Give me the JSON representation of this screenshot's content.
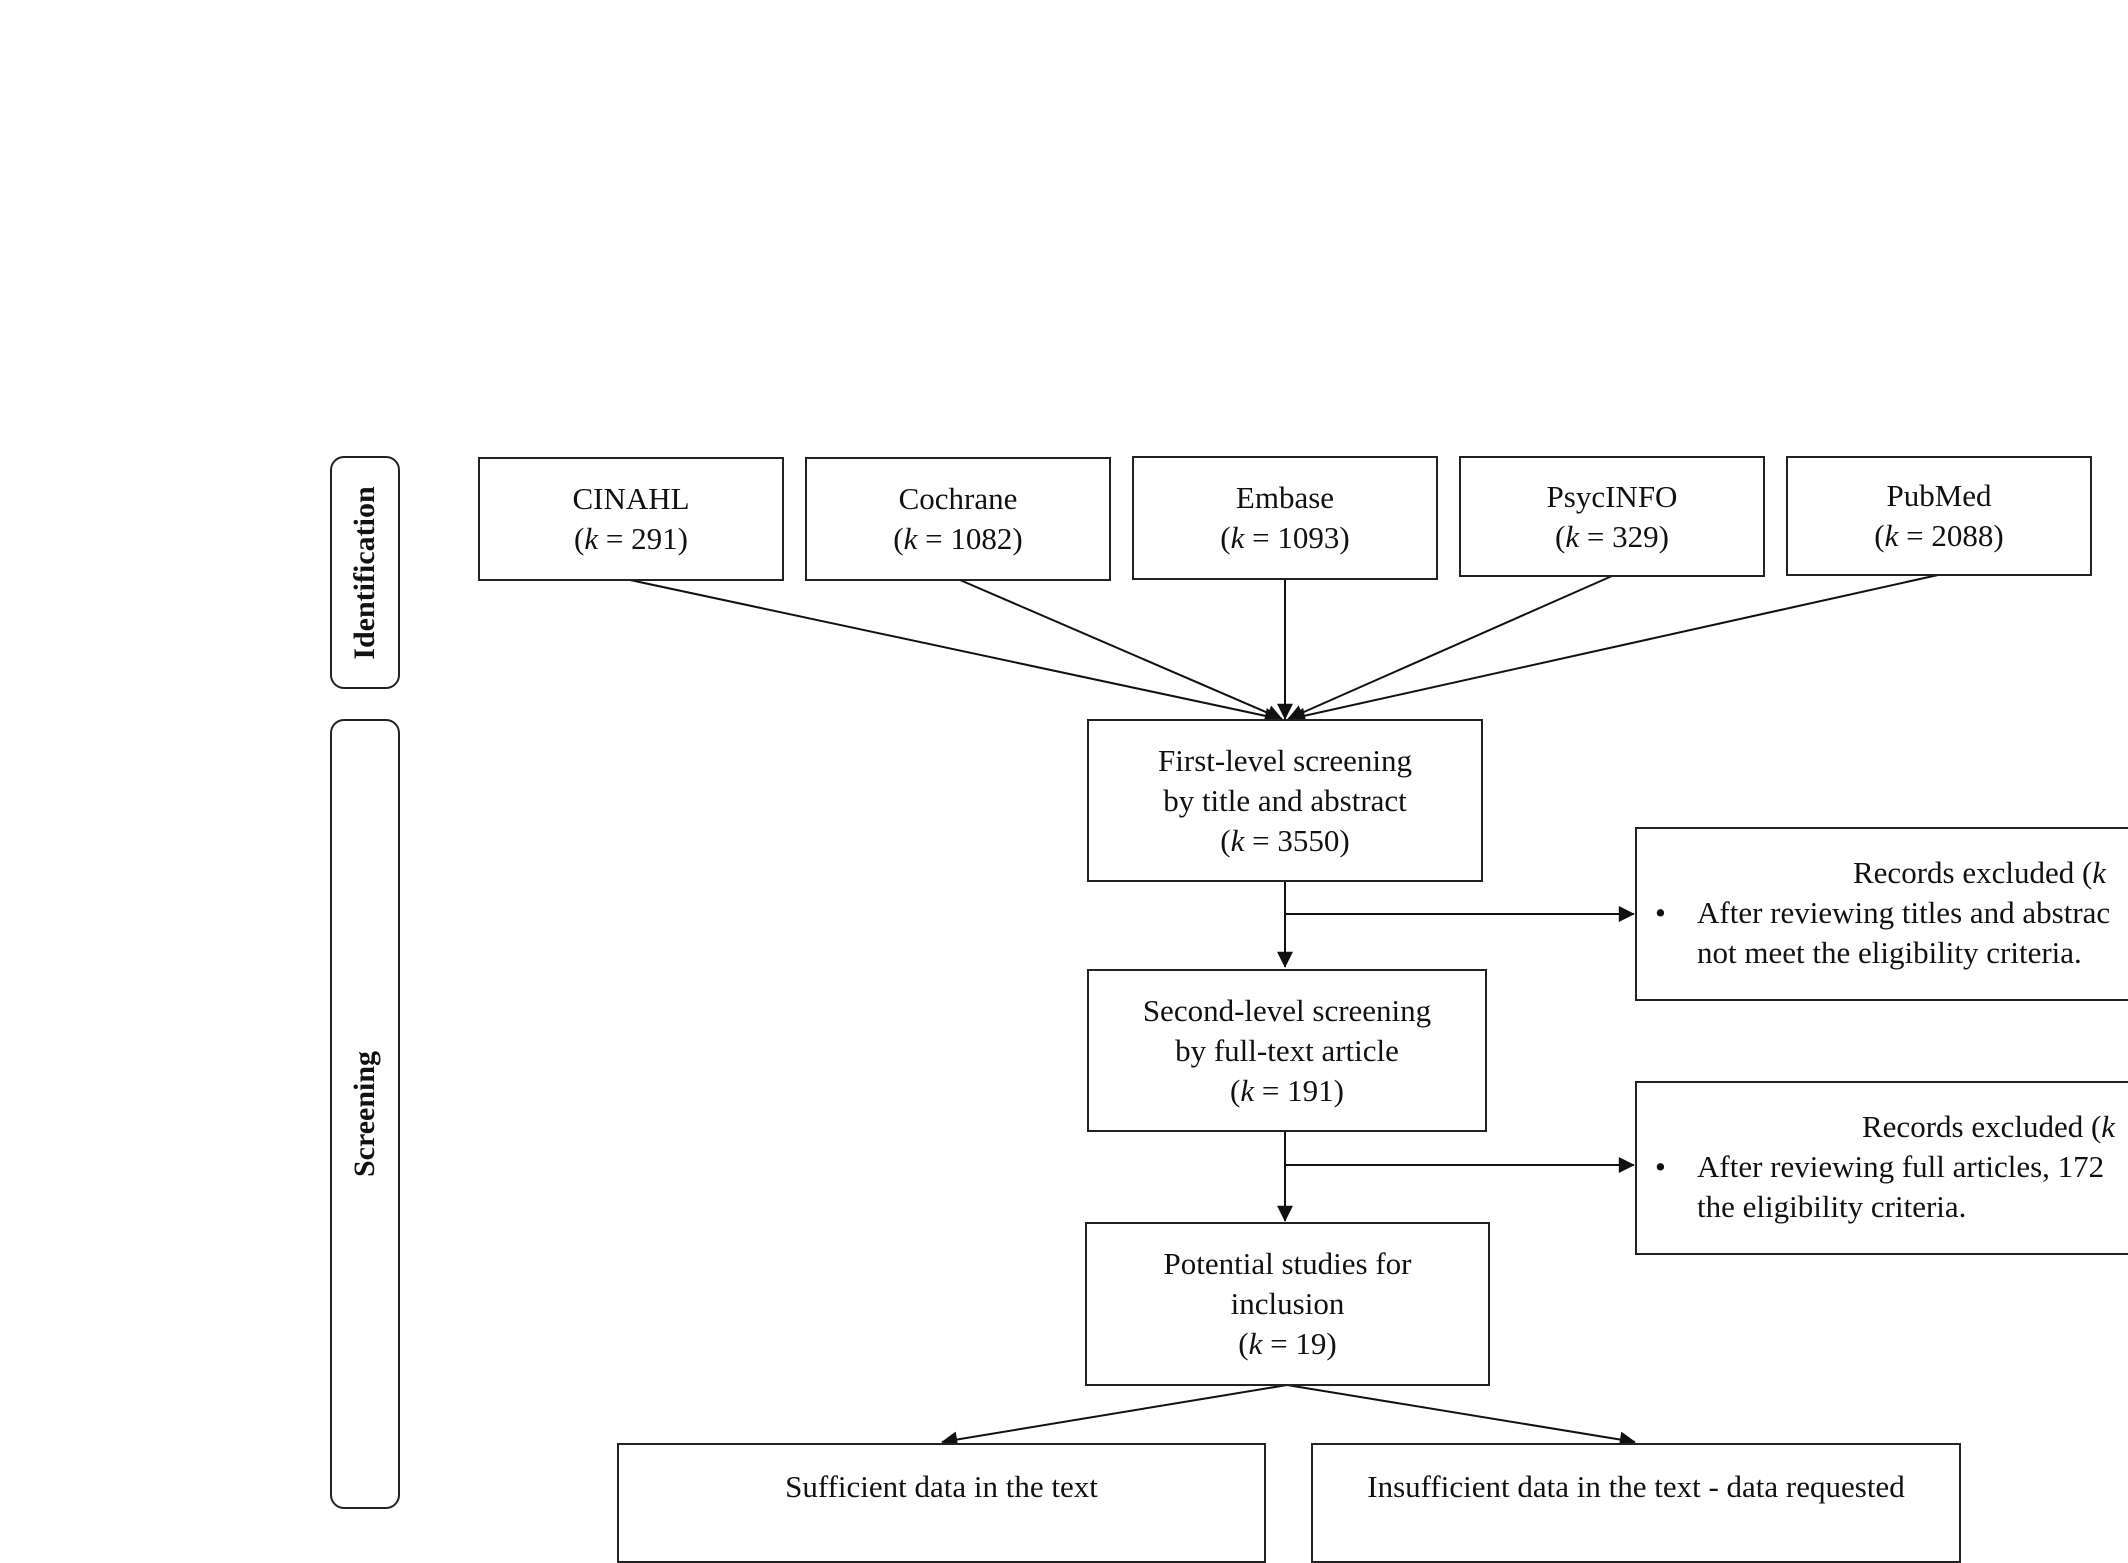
{
  "phases": {
    "identification": "Identification",
    "screening": "Screening"
  },
  "sources": [
    {
      "name": "CINAHL",
      "k": "(k = 291)"
    },
    {
      "name": "Cochrane",
      "k": "(k = 1082)"
    },
    {
      "name": "Embase",
      "k": "(k = 1093)"
    },
    {
      "name": "PsycINFO",
      "k": "(k = 329)"
    },
    {
      "name": "PubMed",
      "k": "(k = 2088)"
    }
  ],
  "first_level": {
    "line1": "First-level screening",
    "line2": "by title and abstract",
    "k": "(k = 3550)"
  },
  "second_level": {
    "line1": "Second-level screening",
    "line2": "by full-text article",
    "k": "(k = 191)"
  },
  "potential": {
    "line1": "Potential studies for",
    "line2": "inclusion",
    "k": "(k = 19)"
  },
  "exclusion_1": {
    "title_prefix": "Records excluded (",
    "title_k": "k",
    "bullet": "•",
    "line1": "After reviewing titles and abstrac",
    "line2": "not meet the eligibility criteria."
  },
  "exclusion_2": {
    "title_prefix": "Records excluded (",
    "title_k": "k",
    "bullet": "•",
    "line1": "After reviewing full articles, 172",
    "line2": "the eligibility criteria."
  },
  "bottom_left": {
    "text": "Sufficient data in the text"
  },
  "bottom_right": {
    "text": "Insufficient data in the text - data requested"
  }
}
